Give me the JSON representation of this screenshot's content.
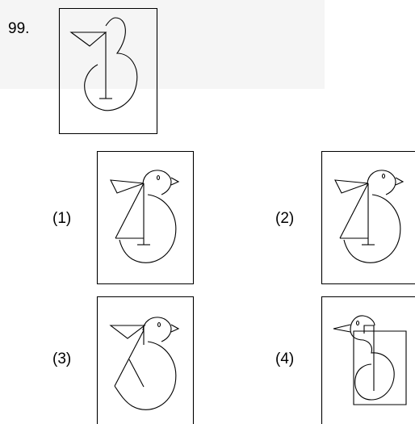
{
  "question": {
    "number": "99."
  },
  "options": [
    {
      "label": "(1)"
    },
    {
      "label": "(2)"
    },
    {
      "label": "(3)"
    },
    {
      "label": "(4)"
    }
  ],
  "colors": {
    "background": "#ffffff",
    "header_band": "#f5f5f5",
    "ink": "#000000"
  }
}
